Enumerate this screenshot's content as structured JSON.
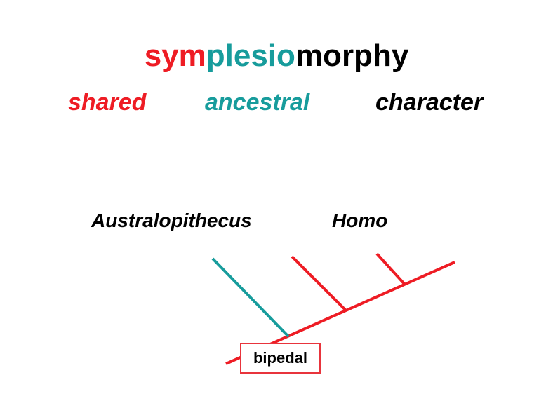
{
  "title": {
    "part_sym": "sym",
    "part_plesio": "plesio",
    "part_morphy": "morphy"
  },
  "meanings": {
    "shared": "shared",
    "ancestral": "ancestral",
    "character": "character"
  },
  "taxa": {
    "australopithecus": "Australopithecus",
    "homo": "Homo"
  },
  "trait": "bipedal",
  "colors": {
    "red": "#ee1c24",
    "teal": "#179c9c",
    "black": "#000000",
    "box_border": "#e8343c"
  }
}
